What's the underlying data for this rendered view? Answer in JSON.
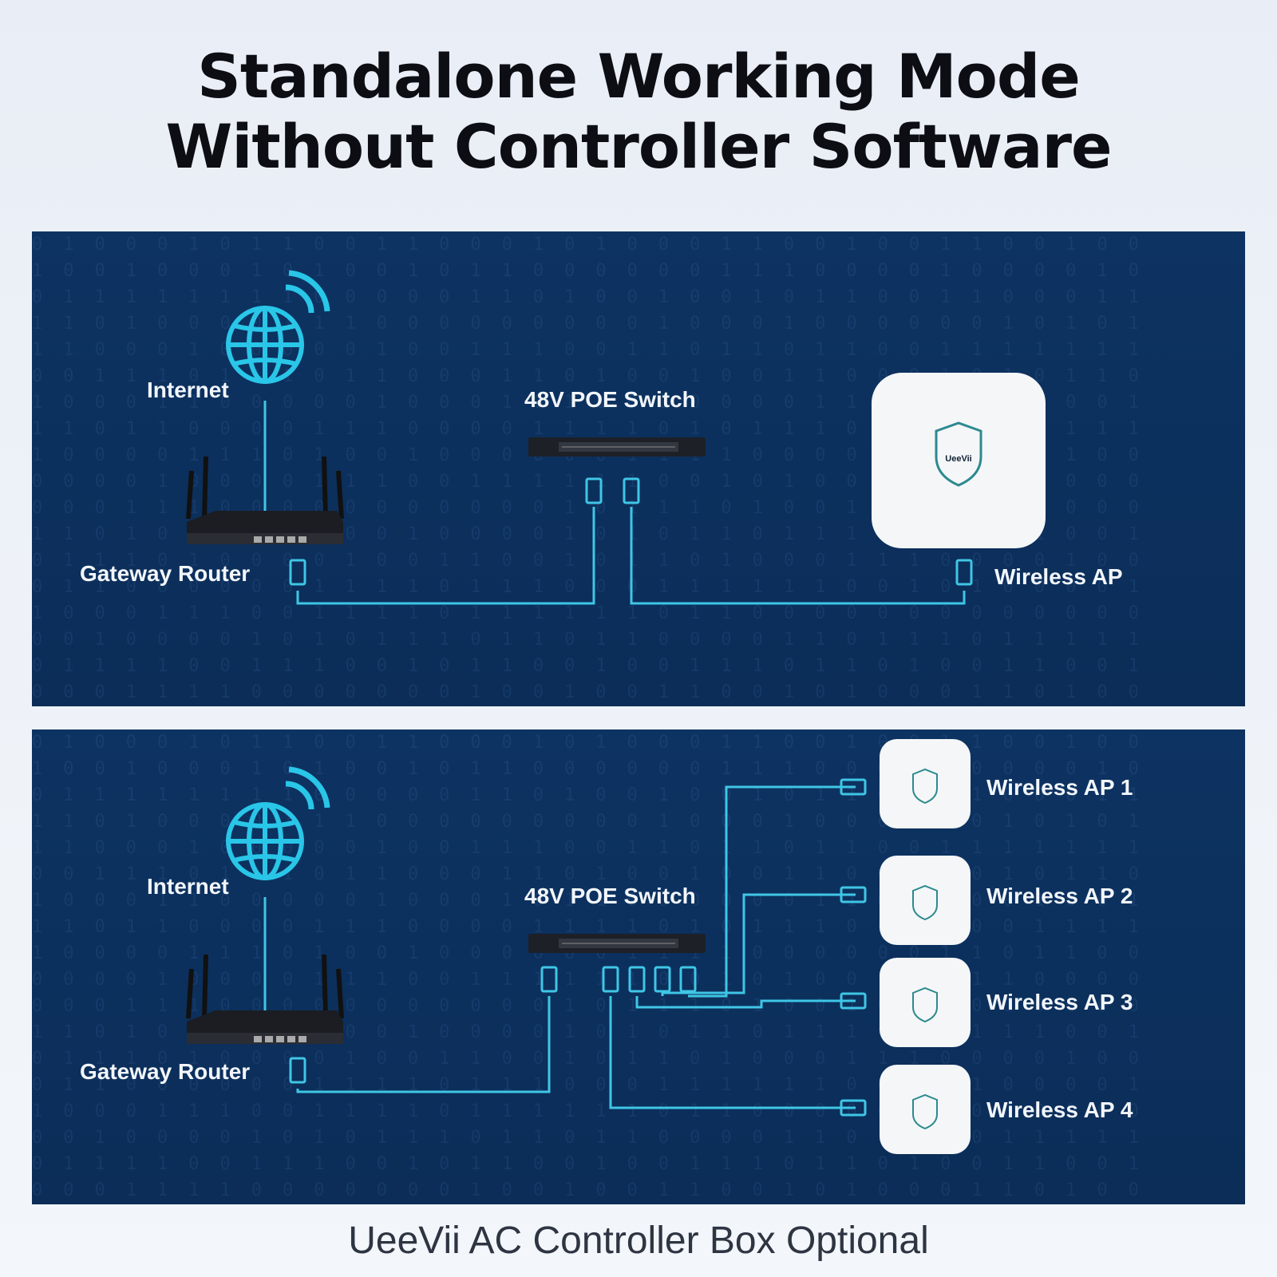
{
  "title": {
    "line1": "Standalone Working Mode",
    "line2": "Without Controller Software"
  },
  "colors": {
    "panel": "#0c305d",
    "cable": "#3fc6e6",
    "globe": "#29c6e8",
    "label": "#f2f6fb"
  },
  "diagram1": {
    "internet": "Internet",
    "router": "Gateway Router",
    "switch": "48V POE Switch",
    "ap": "Wireless AP",
    "ap_logo": "UeeVii"
  },
  "diagram2": {
    "internet": "Internet",
    "router": "Gateway Router",
    "switch": "48V POE Switch",
    "aps": [
      "Wireless AP 1",
      "Wireless AP 2",
      "Wireless AP 3",
      "Wireless AP 4"
    ]
  },
  "footer": "UeeVii AC Controller Box Optional"
}
